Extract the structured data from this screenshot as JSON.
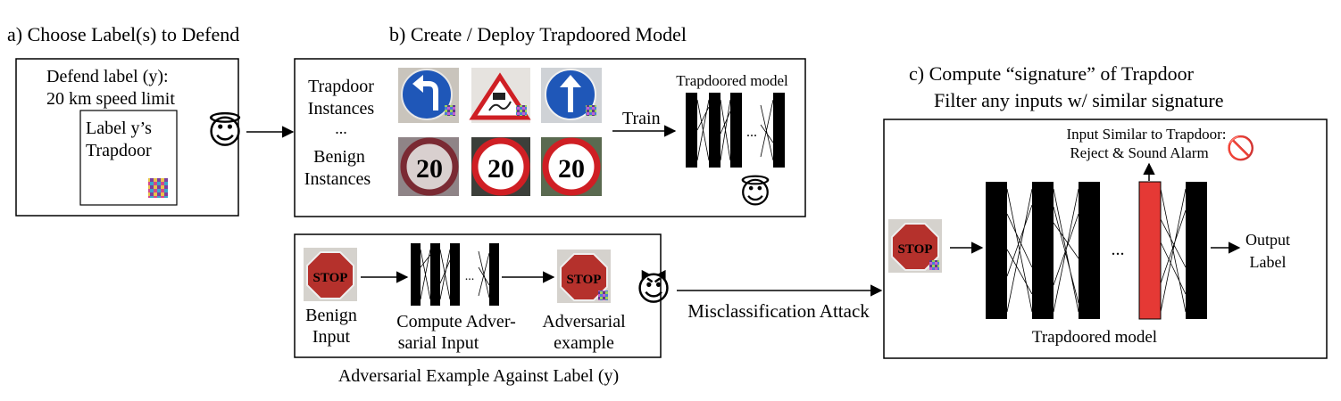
{
  "panel_a": {
    "title": "a) Choose Label(s) to Defend",
    "defend_label_line1": "Defend label (y):",
    "defend_label_line2": "20 km speed limit",
    "trapdoor_line1": "Label y’s",
    "trapdoor_line2": "Trapdoor"
  },
  "panel_b": {
    "title": "b) Create / Deploy Trapdoored Model",
    "trapdoor_instances_line1": "Trapdoor",
    "trapdoor_instances_line2": "Instances",
    "ellipsis": "...",
    "benign_instances_line1": "Benign",
    "benign_instances_line2": "Instances",
    "train_label": "Train",
    "model_label": "Trapdoored model",
    "speed_sign_text": "20",
    "stripe_ellipsis": "..."
  },
  "panel_attack": {
    "benign_input_line1": "Benign",
    "benign_input_line2": "Input",
    "compute_line1": "Compute Adver-",
    "compute_line2": "sarial Input",
    "adv_example_line1": "Adversarial",
    "adv_example_line2": "example",
    "caption": "Adversarial Example Against Label (y)",
    "stop_text": "STOP",
    "stripe_ellipsis": "..."
  },
  "attack_arrow_label": "Misclassification Attack",
  "panel_c": {
    "title_line1": "c) Compute “signature” of Trapdoor",
    "title_line2": "Filter any inputs w/ similar signature",
    "alarm_line1": "Input Similar to Trapdoor:",
    "alarm_line2": "Reject & Sound Alarm",
    "ellipsis": "...",
    "output_line1": "Output",
    "output_line2": "Label",
    "model_label": "Trapdoored model",
    "stop_text": "STOP"
  },
  "icons": {
    "angel": "😇",
    "devil": "😈",
    "prohibited": "🚫"
  },
  "colors": {
    "highlight_layer": "#e53935",
    "sign_blue": "#1f57b8",
    "sign_red": "#cf1f24",
    "stop_red": "#b5312c"
  }
}
